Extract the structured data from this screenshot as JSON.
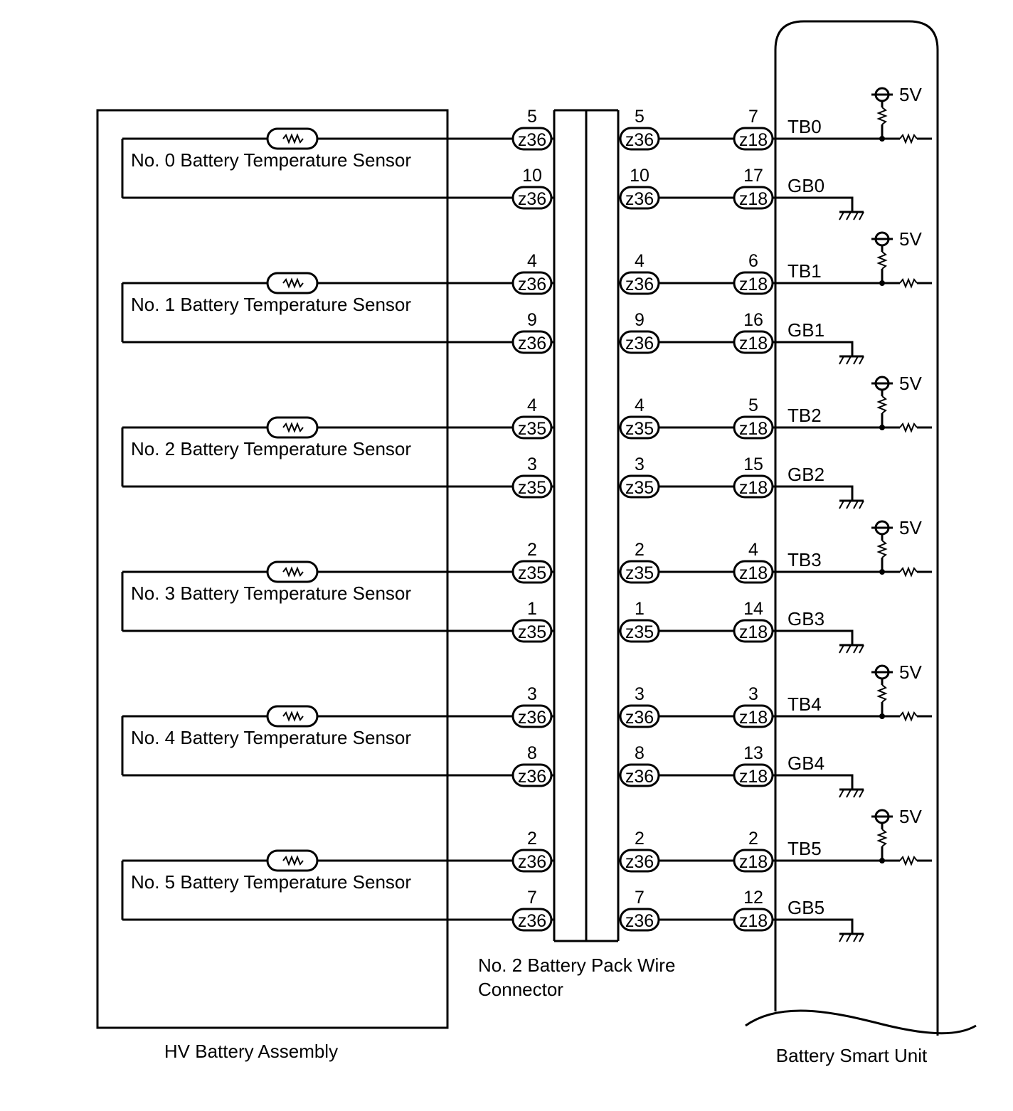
{
  "assembly_label": "HV Battery Assembly",
  "connector_label_line1": "No. 2 Battery Pack Wire",
  "connector_label_line2": "Connector",
  "unit_label": "Battery Smart Unit",
  "supply_label": "5V",
  "sensors": [
    {
      "label": "No. 0 Battery Temperature Sensor",
      "top": {
        "pin_a": "5",
        "conn_a": "z36",
        "pin_b": "5",
        "conn_b": "z36",
        "pin_c": "7",
        "conn_c": "z18",
        "signal": "TB0"
      },
      "bot": {
        "pin_a": "10",
        "conn_a": "z36",
        "pin_b": "10",
        "conn_b": "z36",
        "pin_c": "17",
        "conn_c": "z18",
        "signal": "GB0"
      }
    },
    {
      "label": "No. 1 Battery Temperature Sensor",
      "top": {
        "pin_a": "4",
        "conn_a": "z36",
        "pin_b": "4",
        "conn_b": "z36",
        "pin_c": "6",
        "conn_c": "z18",
        "signal": "TB1"
      },
      "bot": {
        "pin_a": "9",
        "conn_a": "z36",
        "pin_b": "9",
        "conn_b": "z36",
        "pin_c": "16",
        "conn_c": "z18",
        "signal": "GB1"
      }
    },
    {
      "label": "No. 2 Battery Temperature Sensor",
      "top": {
        "pin_a": "4",
        "conn_a": "z35",
        "pin_b": "4",
        "conn_b": "z35",
        "pin_c": "5",
        "conn_c": "z18",
        "signal": "TB2"
      },
      "bot": {
        "pin_a": "3",
        "conn_a": "z35",
        "pin_b": "3",
        "conn_b": "z35",
        "pin_c": "15",
        "conn_c": "z18",
        "signal": "GB2"
      }
    },
    {
      "label": "No. 3 Battery Temperature Sensor",
      "top": {
        "pin_a": "2",
        "conn_a": "z35",
        "pin_b": "2",
        "conn_b": "z35",
        "pin_c": "4",
        "conn_c": "z18",
        "signal": "TB3"
      },
      "bot": {
        "pin_a": "1",
        "conn_a": "z35",
        "pin_b": "1",
        "conn_b": "z35",
        "pin_c": "14",
        "conn_c": "z18",
        "signal": "GB3"
      }
    },
    {
      "label": "No. 4 Battery Temperature Sensor",
      "top": {
        "pin_a": "3",
        "conn_a": "z36",
        "pin_b": "3",
        "conn_b": "z36",
        "pin_c": "3",
        "conn_c": "z18",
        "signal": "TB4"
      },
      "bot": {
        "pin_a": "8",
        "conn_a": "z36",
        "pin_b": "8",
        "conn_b": "z36",
        "pin_c": "13",
        "conn_c": "z18",
        "signal": "GB4"
      }
    },
    {
      "label": "No. 5 Battery Temperature Sensor",
      "top": {
        "pin_a": "2",
        "conn_a": "z36",
        "pin_b": "2",
        "conn_b": "z36",
        "pin_c": "2",
        "conn_c": "z18",
        "signal": "TB5"
      },
      "bot": {
        "pin_a": "7",
        "conn_a": "z36",
        "pin_b": "7",
        "conn_b": "z36",
        "pin_c": "12",
        "conn_c": "z18",
        "signal": "GB5"
      }
    }
  ]
}
